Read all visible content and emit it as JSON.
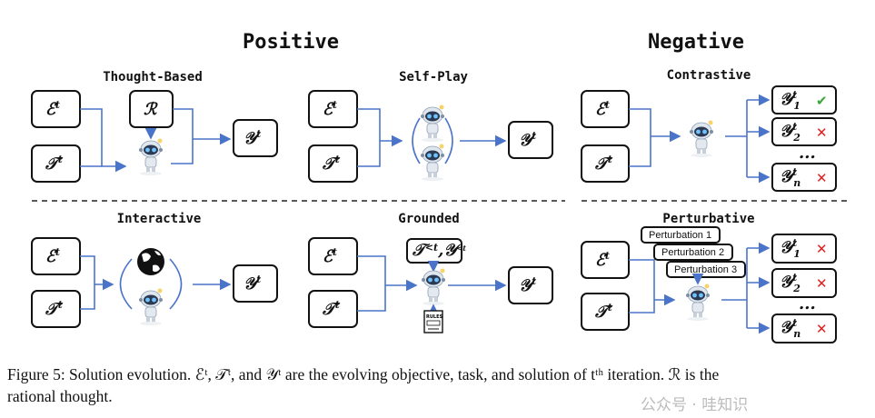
{
  "sections": {
    "positive": "Positive",
    "negative": "Negative"
  },
  "panels": {
    "thought_based": "Thought-Based",
    "self_play": "Self-Play",
    "contrastive": "Contrastive",
    "interactive": "Interactive",
    "grounded": "Grounded",
    "perturbative": "Perturbative"
  },
  "symbols": {
    "E": "ℰ",
    "T": "𝒯",
    "Y": "𝒴",
    "R": "ℛ",
    "t": "t",
    "lt_t": "<t",
    "sub1": "1",
    "sub2": "2",
    "subn": "n",
    "ellipsis": "...",
    "history_sep": ","
  },
  "perturbations": [
    "Perturbation 1",
    "Perturbation 2",
    "Perturbation 3"
  ],
  "rules_label": "RULES",
  "marks": {
    "check": "✔",
    "cross": "✕",
    "check_color": "#3aa53a",
    "cross_color": "#e02020"
  },
  "arrow_color": "#4a74c9",
  "caption": {
    "line1": "Figure 5: Solution evolution. ℰᵗ, 𝒯ᵗ, and 𝒴ᵗ are the evolving objective, task, and solution of tᵗʰ iteration. ℛ is the",
    "line2": "rational thought."
  },
  "watermark": "公众号 · 哇知识"
}
